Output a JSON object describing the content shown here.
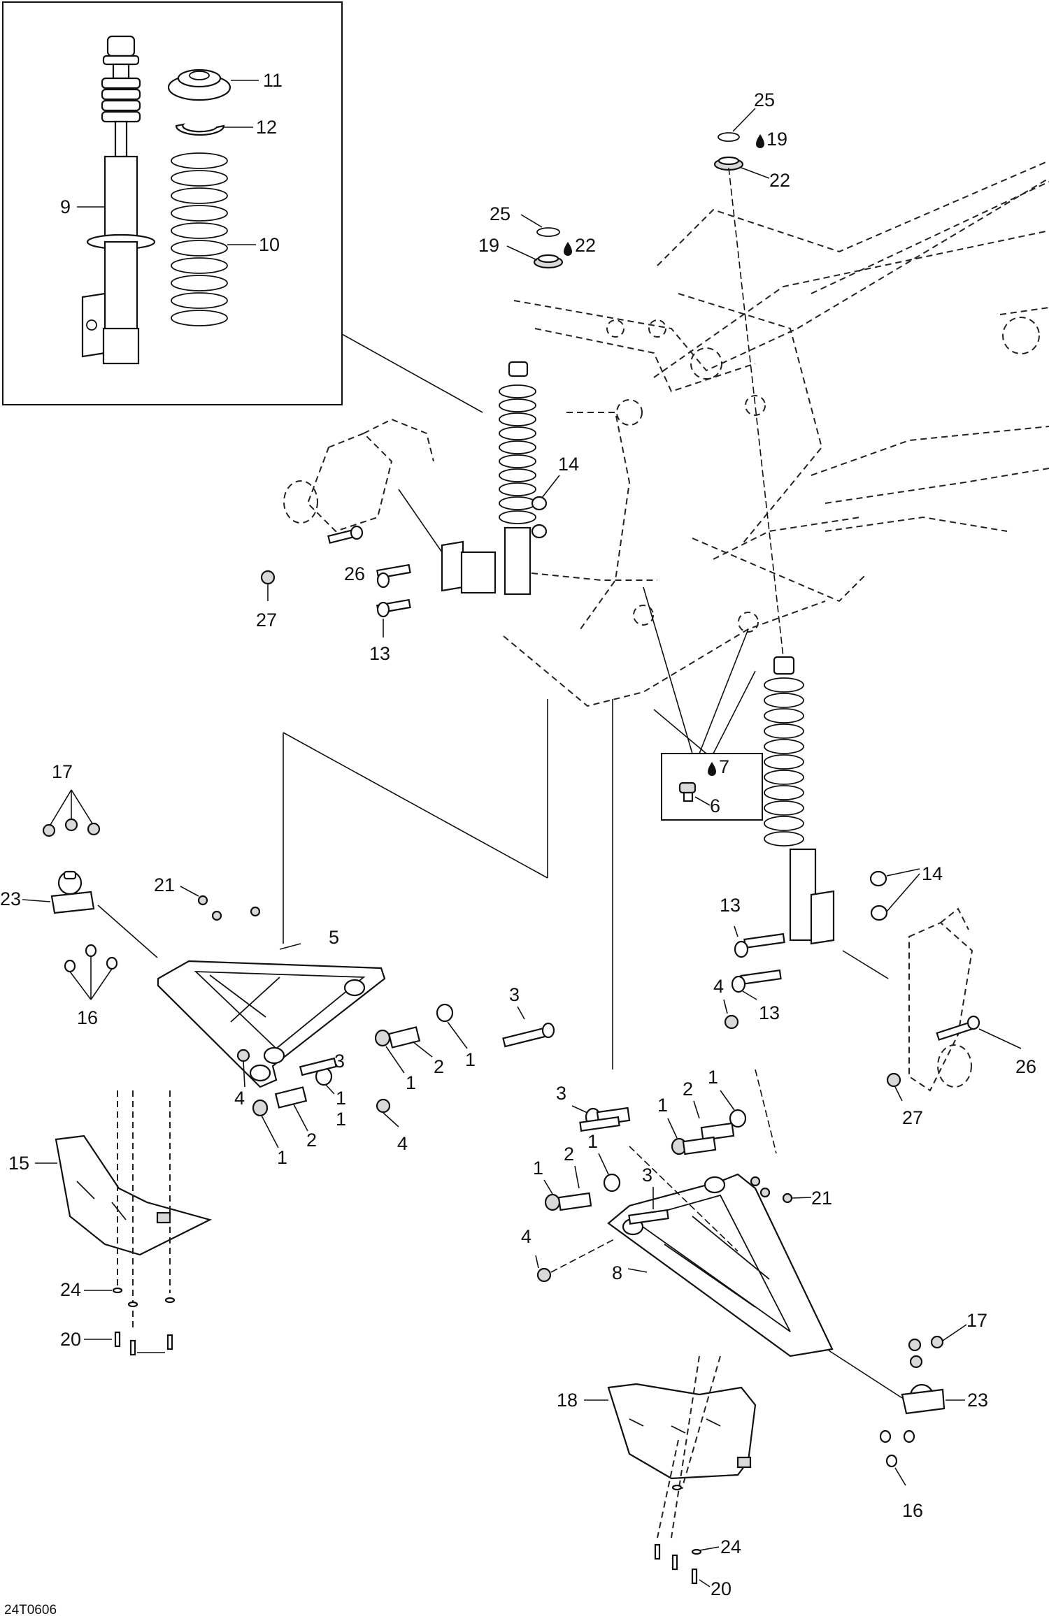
{
  "callouts": {
    "c11": "11",
    "c12": "12",
    "c9": "9",
    "c10": "10",
    "c25a": "25",
    "c19a": "19",
    "c22a": "22",
    "c25b": "25",
    "c19b": "19",
    "c22b": "22",
    "c14a": "14",
    "c26a": "26",
    "c27a": "27",
    "c13a": "13",
    "c17a": "17",
    "c23a": "23",
    "c16a": "16",
    "c21a": "21",
    "c5": "5",
    "c3a": "3",
    "c1a": "1",
    "c2a": "2",
    "c1b": "1",
    "c3b": "3",
    "c1c": "1",
    "c4a": "4",
    "c1d": "1",
    "c2b": "2",
    "c1e": "1",
    "c4b": "4",
    "c15": "15",
    "c24a": "24",
    "c20a": "20",
    "c7": "7",
    "c6": "6",
    "c14b": "14",
    "c13b": "13",
    "c13c": "13",
    "c4c": "4",
    "c26b": "26",
    "c27b": "27",
    "c3c": "3",
    "c1f": "1",
    "c2c": "2",
    "c1g": "1",
    "c1h": "1",
    "c2d": "2",
    "c1i": "1",
    "c3d": "3",
    "c21b": "21",
    "c4d": "4",
    "c8": "8",
    "c17b": "17",
    "c23b": "23",
    "c16b": "16",
    "c18": "18",
    "c24b": "24",
    "c20b": "20"
  },
  "figure_code": "24T0606",
  "icons": {
    "lubricant": "drop-icon"
  }
}
